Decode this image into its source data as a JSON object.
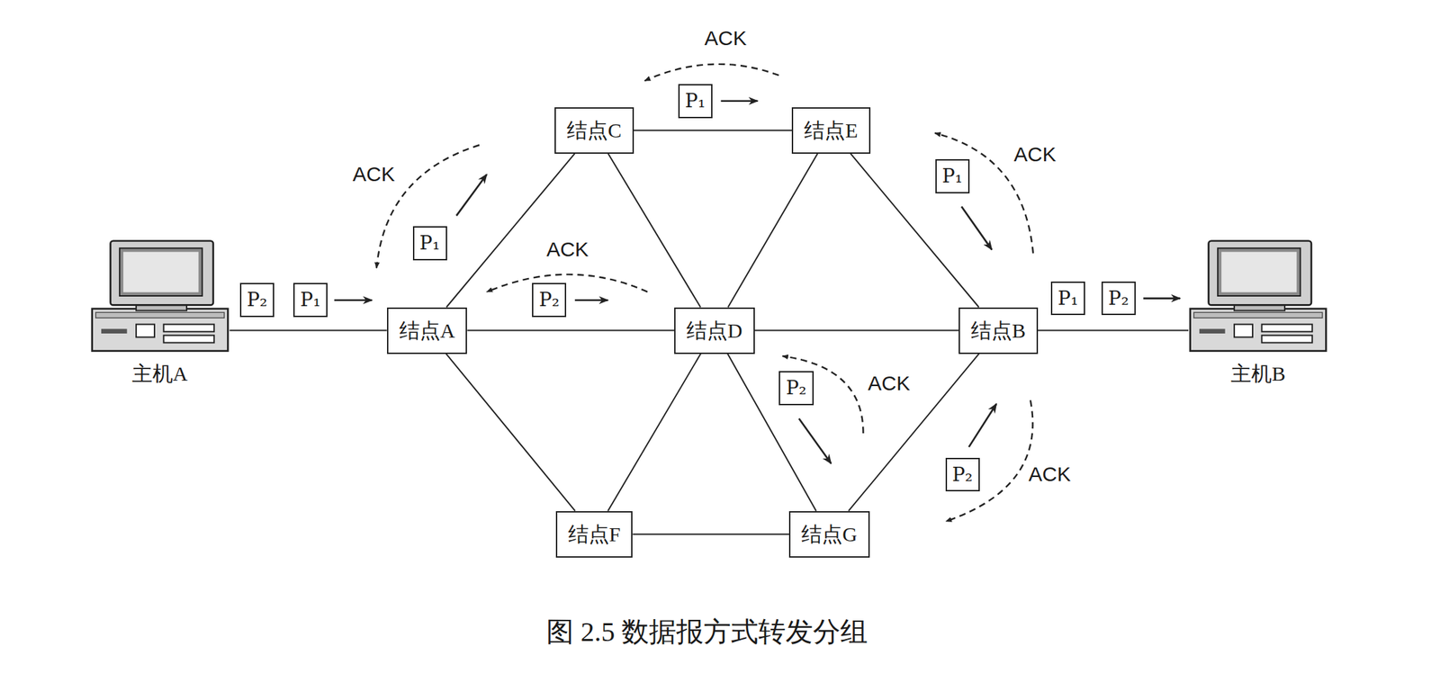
{
  "diagram": {
    "caption": "图 2.5 数据报方式转发分组",
    "nodes": [
      {
        "text": [
          "结点C"
        ]
      },
      {
        "text": [
          "结点E"
        ]
      },
      {
        "text": [
          "主机A"
        ]
      },
      {
        "text": [
          "结点A"
        ]
      },
      {
        "text": [
          "结点D"
        ]
      },
      {
        "text": [
          "结点B"
        ]
      },
      {
        "text": [
          "主机B"
        ]
      },
      {
        "text": [
          "结点F"
        ]
      },
      {
        "text": [
          "结点G"
        ]
      },
      {
        "text": [
          "P₁"
        ]
      },
      {
        "text": [
          "P₁"
        ]
      },
      {
        "text": [
          "P₁"
        ]
      },
      {
        "text": [
          "P₂"
        ]
      },
      {
        "text": [
          "P₁"
        ]
      },
      {
        "text": [
          "P₂"
        ]
      },
      {
        "text": [
          "P₁"
        ]
      },
      {
        "text": [
          "P₂"
        ]
      },
      {
        "text": [
          "P₂"
        ]
      },
      {
        "text": [
          "P₂"
        ]
      }
    ],
    "edges": [
      {
        "from": 2,
        "to": 3,
        "arrow": "none"
      },
      {
        "from": 3,
        "to": 0,
        "arrow": "none"
      },
      {
        "from": 3,
        "to": 4,
        "arrow": "none"
      },
      {
        "from": 3,
        "to": 7,
        "arrow": "none"
      },
      {
        "from": 0,
        "to": 1,
        "arrow": "none"
      },
      {
        "from": 0,
        "to": 4,
        "arrow": "none"
      },
      {
        "from": 1,
        "to": 4,
        "arrow": "none"
      },
      {
        "from": 1,
        "to": 5,
        "arrow": "none"
      },
      {
        "from": 4,
        "to": 5,
        "arrow": "none"
      },
      {
        "from": 4,
        "to": 7,
        "arrow": "none"
      },
      {
        "from": 4,
        "to": 8,
        "arrow": "none"
      },
      {
        "from": 7,
        "to": 8,
        "arrow": "none"
      },
      {
        "from": 8,
        "to": 5,
        "arrow": "none"
      },
      {
        "from": 5,
        "to": 6,
        "arrow": "none"
      }
    ],
    "labels": [
      "ACK",
      "ACK",
      "ACK",
      "ACK",
      "ACK",
      "ACK"
    ]
  }
}
